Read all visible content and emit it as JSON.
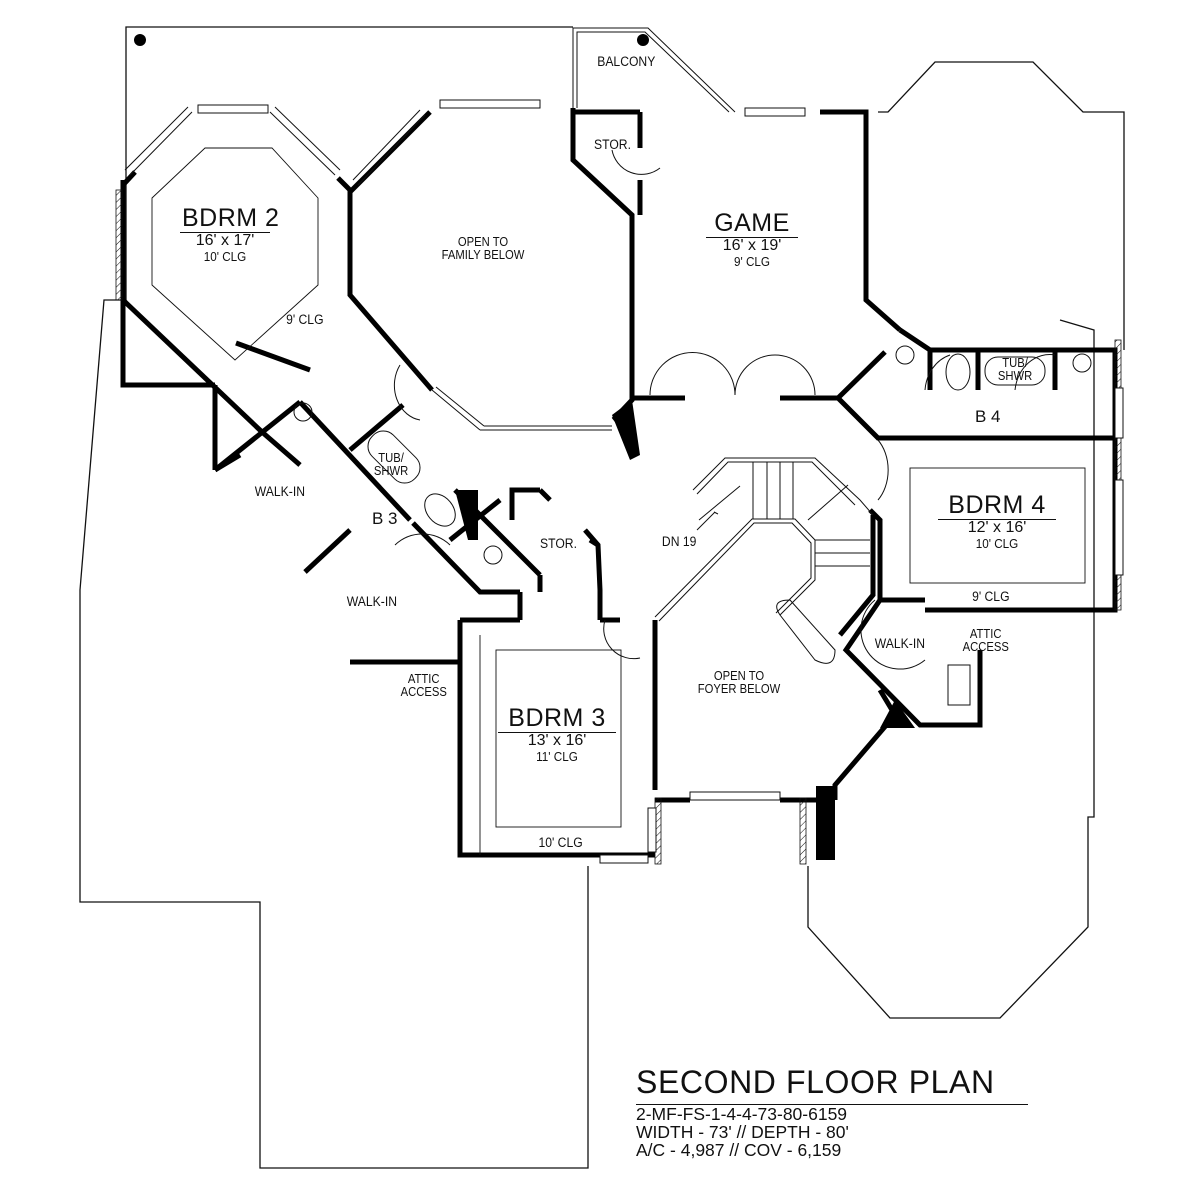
{
  "plan": {
    "title": "SECOND FLOOR PLAN",
    "plan_code": "2-MF-FS-1-4-4-73-80-6159",
    "dimensions_line": "WIDTH - 73' // DEPTH - 80'",
    "area_line": "A/C - 4,987 // COV - 6,159",
    "colors": {
      "wall": "#000000",
      "background": "#ffffff",
      "line": "#111111"
    }
  },
  "rooms": {
    "bdrm2": {
      "name": "BDRM 2",
      "size": "16' x 17'",
      "ceiling": "10' CLG",
      "outer_ceiling": "9' CLG"
    },
    "game": {
      "name": "GAME",
      "size": "16' x 19'",
      "ceiling": "9' CLG"
    },
    "bdrm4": {
      "name": "BDRM 4",
      "size": "12' x 16'",
      "ceiling": "10' CLG",
      "outer_ceiling": "9' CLG"
    },
    "bdrm3": {
      "name": "BDRM 3",
      "size": "13' x 16'",
      "ceiling": "11' CLG",
      "outer_ceiling": "10' CLG"
    }
  },
  "labels": {
    "balcony": "BALCONY",
    "stor_top": "STOR.",
    "stor_mid": "STOR.",
    "open_family_1": "OPEN TO",
    "open_family_2": "FAMILY BELOW",
    "open_foyer_1": "OPEN TO",
    "open_foyer_2": "FOYER BELOW",
    "b3": "B 3",
    "b4": "B 4",
    "tub_b3_1": "TUB/",
    "tub_b3_2": "SHWR",
    "tub_b4_1": "TUB/",
    "tub_b4_2": "SHWR",
    "walkin_1": "WALK-IN",
    "walkin_2": "WALK-IN",
    "walkin_3": "WALK-IN",
    "attic_left_1": "ATTIC",
    "attic_left_2": "ACCESS",
    "attic_right_1": "ATTIC",
    "attic_right_2": "ACCESS",
    "stairs": "DN 19"
  }
}
